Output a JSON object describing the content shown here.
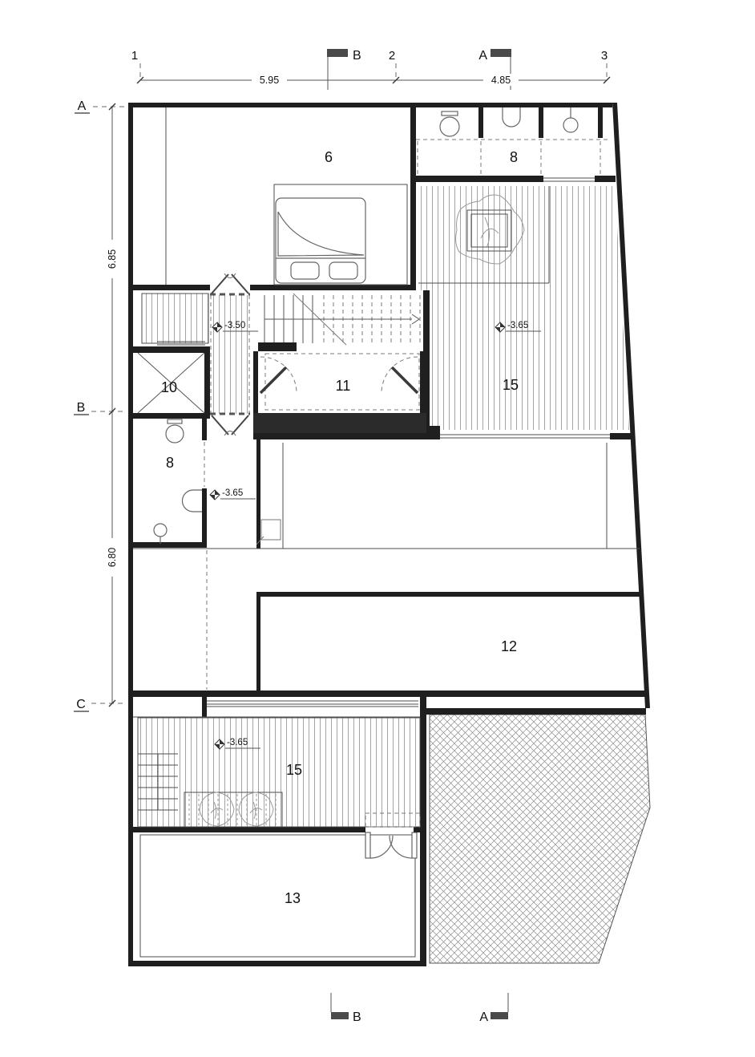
{
  "drawing": {
    "type": "architectural floor plan",
    "grid": {
      "columns": [
        {
          "id": "1"
        },
        {
          "id": "2"
        },
        {
          "id": "3"
        }
      ],
      "rows": [
        {
          "id": "A"
        },
        {
          "id": "B"
        },
        {
          "id": "C"
        }
      ]
    },
    "dimensions": {
      "top": [
        {
          "value": "5.95"
        },
        {
          "value": "4.85"
        }
      ],
      "left": [
        {
          "value": "6.85"
        },
        {
          "value": "6.80"
        }
      ]
    },
    "sections": {
      "top": [
        {
          "id": "B"
        },
        {
          "id": "A"
        }
      ],
      "bottom": [
        {
          "id": "B"
        },
        {
          "id": "A"
        }
      ]
    },
    "rooms": [
      {
        "number": "6"
      },
      {
        "number": "8"
      },
      {
        "number": "15"
      },
      {
        "number": "10"
      },
      {
        "number": "11"
      },
      {
        "number": "8"
      },
      {
        "number": "12"
      },
      {
        "number": "15"
      },
      {
        "number": "13"
      }
    ],
    "levels": [
      {
        "value": "-3.50"
      },
      {
        "value": "-3.65"
      },
      {
        "value": "-3.65"
      },
      {
        "value": "-3.65"
      }
    ],
    "colors": {
      "wall": "#1f1f1f",
      "thin_line": "#4d4d4d",
      "hatch": "#9e9e9e",
      "dashed": "#7a7a7a",
      "section_marker": "#4a4a4a",
      "background": "#ffffff"
    }
  }
}
